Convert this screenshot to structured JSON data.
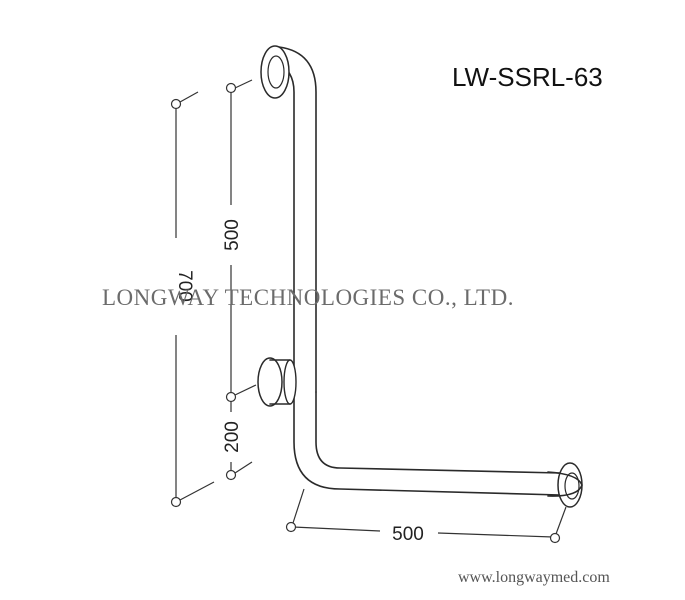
{
  "model": "LW-SSRL-63",
  "dimensions": {
    "overall_height": "700",
    "upper_segment": "500",
    "lower_segment": "200",
    "horizontal_length": "500"
  },
  "watermark": "LONGWAY TECHNOLOGIES CO., LTD.",
  "website": "www.longwaymed.com"
}
